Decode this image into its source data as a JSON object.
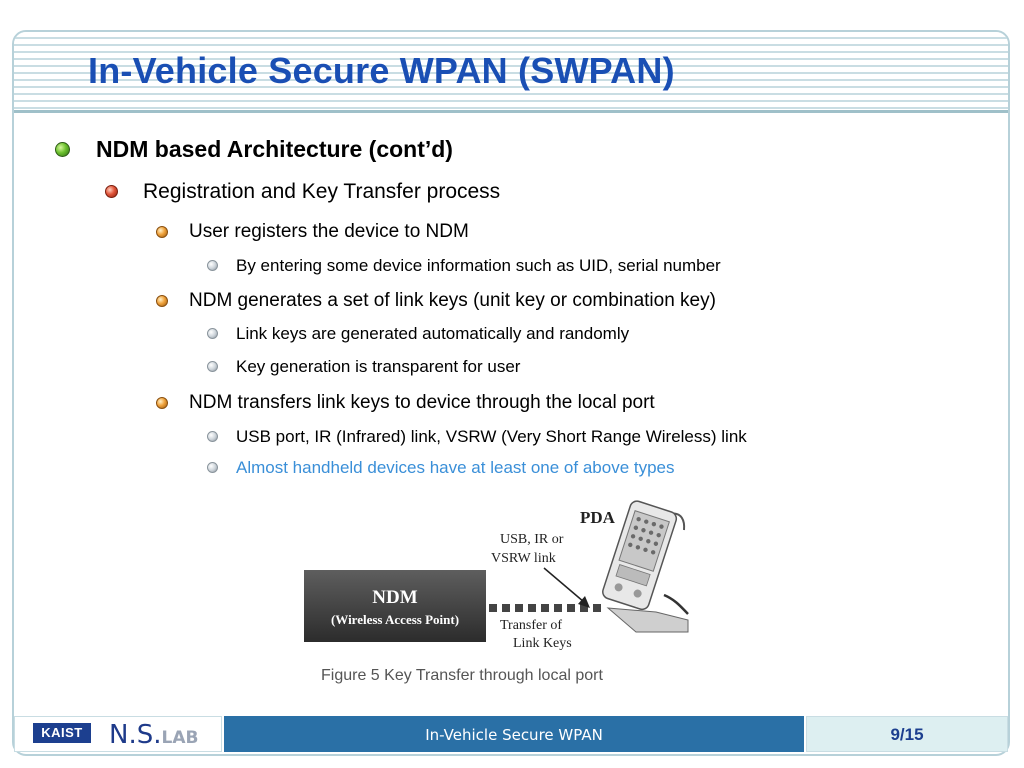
{
  "title": "In-Vehicle Secure WPAN (SWPAN)",
  "bullets": [
    {
      "level": 1,
      "text": "NDM based Architecture (cont’d)"
    },
    {
      "level": 2,
      "text": "Registration and Key Transfer process"
    },
    {
      "level": 3,
      "text": "User registers the device to NDM"
    },
    {
      "level": 4,
      "text": "By entering some device information such as UID, serial number"
    },
    {
      "level": 3,
      "text": "NDM generates a set of link keys (unit key or combination key)"
    },
    {
      "level": 4,
      "text": "Link keys are generated automatically and randomly"
    },
    {
      "level": 4,
      "text": "Key generation is transparent for user"
    },
    {
      "level": 3,
      "text": "NDM transfers link keys to device through the local port"
    },
    {
      "level": 4,
      "text": "USB port, IR (Infrared) link, VSRW (Very Short Range Wireless) link"
    },
    {
      "level": 4,
      "text": "Almost handheld devices have at least one of above types",
      "color": "#3a8fd8"
    }
  ],
  "figure": {
    "ndm_title": "NDM",
    "ndm_subtitle": "(Wireless Access Point)",
    "pda_label": "PDA",
    "link_label_line1": "USB, IR or",
    "link_label_line2": "VSRW link",
    "transfer_label_line1": "Transfer of",
    "transfer_label_line2": "Link Keys",
    "caption": "Figure 5 Key Transfer through local port"
  },
  "footer": {
    "kaist_logo": "KAIST",
    "lab_logo_main": "N.S.",
    "lab_logo_suffix": "LAB",
    "center_text": "In-Vehicle Secure WPAN",
    "page_number": "9/15"
  },
  "colors": {
    "title": "#1a4fb4",
    "footer_band": "#2a70a6",
    "highlight_text": "#3a8fd8"
  }
}
